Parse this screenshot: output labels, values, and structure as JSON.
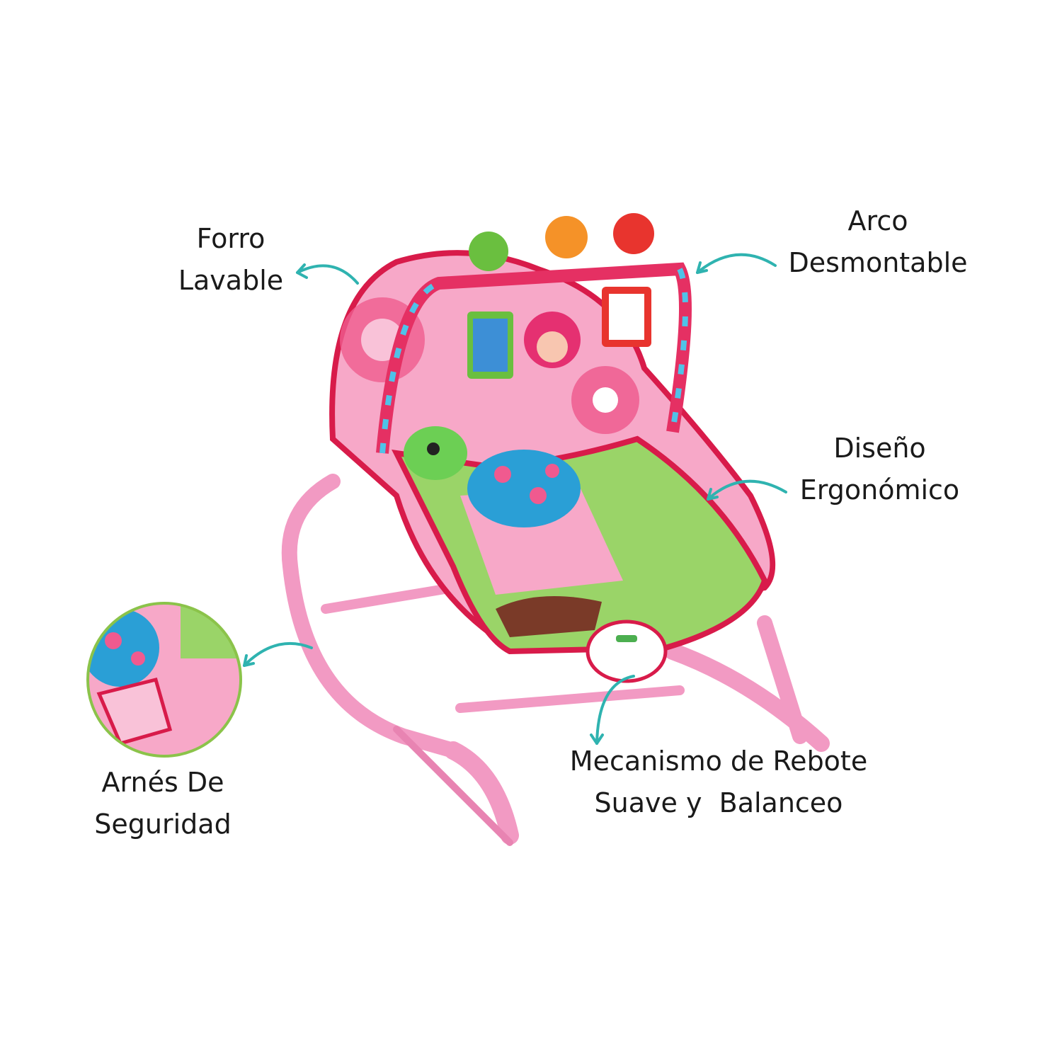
{
  "labels": {
    "forro": {
      "line1": "Forro",
      "line2": "Lavable"
    },
    "arco": {
      "line1": "Arco",
      "line2": "Desmontable"
    },
    "diseno": {
      "line1": "Diseño",
      "line2": "Ergonómico"
    },
    "arnes": {
      "line1": "Arnés De",
      "line2": "Seguridad"
    },
    "mecanismo": {
      "line1": "Mecanismo de Rebote",
      "line2": "Suave y  Balanceo"
    }
  },
  "colors": {
    "arrow": "#2fb3b0",
    "frame_pink": "#f29ac3",
    "seat_pink": "#f7a8c8",
    "seat_trim": "#d81b4a",
    "seat_green": "#9ad468",
    "turtle_blue": "#2a9fd6"
  }
}
